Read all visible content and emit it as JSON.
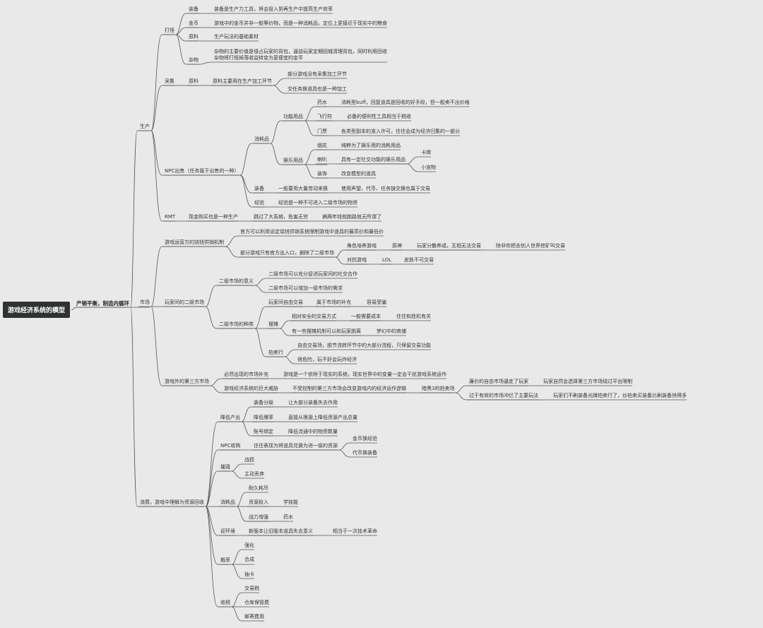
{
  "root": "游戏经济系统的模型",
  "branch_root": "产销平衡，制造内循环",
  "production": {
    "label": "生产",
    "drop": {
      "label": "打怪",
      "equip": "装备",
      "equip_desc": "装备是生产力工具，将会投入到再生产中提高生产效率",
      "gold": "金币",
      "gold_desc": "游戏中的金币并非一般等价物，而是一种消耗品，定位上更接近于现实中的粮食",
      "material": "原料",
      "material_desc": "生产玩法的基础素材",
      "junk": "杂物",
      "junk_desc": "杂物的主要价值是侵占玩家的背包，逼迫玩家定期回城清理背包，同时利用回收\n杂物将打怪掉落收益转变为更便宜的金币"
    },
    "gather": {
      "label": "采集",
      "material": "原料",
      "material_desc": "原料主要用在生产加工环节",
      "note1": "部分游戏没有采集加工环节",
      "note2": "交任务换道具也是一种加工"
    },
    "npc": {
      "label": "NPC出售（任务属于出售的一种）",
      "consumable": "消耗品",
      "functional": "功能用品",
      "potion": "药水",
      "potion_desc": "消耗型buff，回复道具是回收的好手段，但一般卖不出价格",
      "flying": "飞行符",
      "flying_desc": "必备的便利性工具相当于税收",
      "ticket": "门票",
      "ticket_desc": "各类型副本的准入许可，往往会成为经济归集的一部分",
      "entertainment": "娱乐用品",
      "firework": "烟花",
      "firework_desc": "纯粹为了娱乐用的消耗用品",
      "horn": "喇叭",
      "horn_desc": "具有一定社交功能的娱乐用品",
      "card": "卡牌",
      "pet": "小宠物",
      "decoration": "装饰",
      "decoration_desc": "改变模型的道具",
      "equip": "装备",
      "equip_desc": "一般要用大量劳动来换",
      "equip_desc2": "使用声望、代币、任务链交换也属于交易",
      "exp": "经验",
      "exp_desc": "经验是一种不可进入二级市场的物资"
    },
    "rmt": {
      "label": "RMT",
      "desc": "现金购买也是一种生产",
      "desc2": "跳过了大系统，危害无穷",
      "desc3": "搞两年钱就跑路就无所谓了"
    }
  },
  "market": {
    "label": "市场",
    "official": {
      "label": "游戏运营方的烧钱供销机制",
      "line1": "官方可以利用设定烧钱供销系统限制游戏中道具的最高价和最低价",
      "line2": "部分游戏只有官方出入口，删除了二级市场",
      "rpg": "角色培养游戏",
      "genshin": "原神",
      "genshin_desc": "玩家分散养成，互相无法交易",
      "genshin_desc2": "除非你把去别人世界挖矿叫交易",
      "pvp": "对抗游戏",
      "lol": "LOL",
      "lol_desc": "皮肤不可交易"
    },
    "secondary": {
      "label": "玩家间的二级市场",
      "meaning": "二级市场的意义",
      "meaning1": "二级市场可以充分促进玩家间的社交合作",
      "meaning2": "二级市场可以增加一级市场的需求",
      "types": "二级市场的种类",
      "free_trade": "玩家间自由交易",
      "free_trade_desc": "属于市场的补充",
      "free_trade_desc2": "容易受骗",
      "stall": "摆摊",
      "stall1": "相对安全的交易方式",
      "stall1b": "一般需要成本",
      "stall1c": "往往和挂机有关",
      "stall2": "有一些摆摊机制可以和玩家脱离",
      "stall2b": "梦幻中的商铺",
      "auction": "拍卖行",
      "auction1": "自由交易场，脱节流转环节中的大部分流程，只保留交易功能",
      "auction2": "很危险，玩不好会玩炸经济"
    },
    "third": {
      "label": "游戏外的第三方市场",
      "line1": "必然出现的市场补充",
      "line1b": "游戏是一个依附于现实的系统，现实世界中的变量一定会干扰游戏系统运作",
      "line2": "游戏经济系统的巨大威胁",
      "line2b": "不受控制的第三方市场会改变游戏内的经济运作逻辑",
      "auction": "暗黑3的拍卖场",
      "auction1": "廉价的自由市场逼走了玩家",
      "auction1b": "玩家自然会选择第三方市场绕过平台限制",
      "auction2": "过于有效的市场冲烂了主要玩法",
      "auction2b": "玩家们不刷装备光蹲拍卖行了，炒拍卖买装备比刷装备快得多"
    }
  },
  "consumption": {
    "label": "消费，游戏中理解为资源回收",
    "reduce": {
      "label": "降低产出",
      "grade": "装备分级",
      "grade_desc": "让大部分装备失去作用",
      "drop": "降低爆率",
      "drop_desc": "直接从根源上降低资源产出总量",
      "bind": "账号绑定",
      "bind_desc": "降低流通中的物资数量"
    },
    "npc_buy": {
      "label": "NPC收购",
      "desc": "往往表现为将道具兑换为进一级的资源",
      "b1": "金币换经验",
      "b2": "代币换装备"
    },
    "destroy": {
      "label": "摧毁",
      "b1": "战损",
      "b2": "主动丢弃"
    },
    "consumable": {
      "label": "消耗品",
      "b1": "耐久耗尽",
      "b2": "资源投入",
      "b2b": "学技能",
      "b3": "战力增强",
      "b3b": "药水"
    },
    "new_env": {
      "label": "迎环境",
      "desc": "新版本让旧版本道具失去意义",
      "desc2": "相当于一次技术革命"
    },
    "prob": {
      "label": "概率",
      "b1": "强化",
      "b2": "合成",
      "b3": "抽卡"
    },
    "tax": {
      "label": "收税",
      "b1": "交易税",
      "b2": "仓库保管费",
      "b3": "邮寄费用"
    }
  }
}
